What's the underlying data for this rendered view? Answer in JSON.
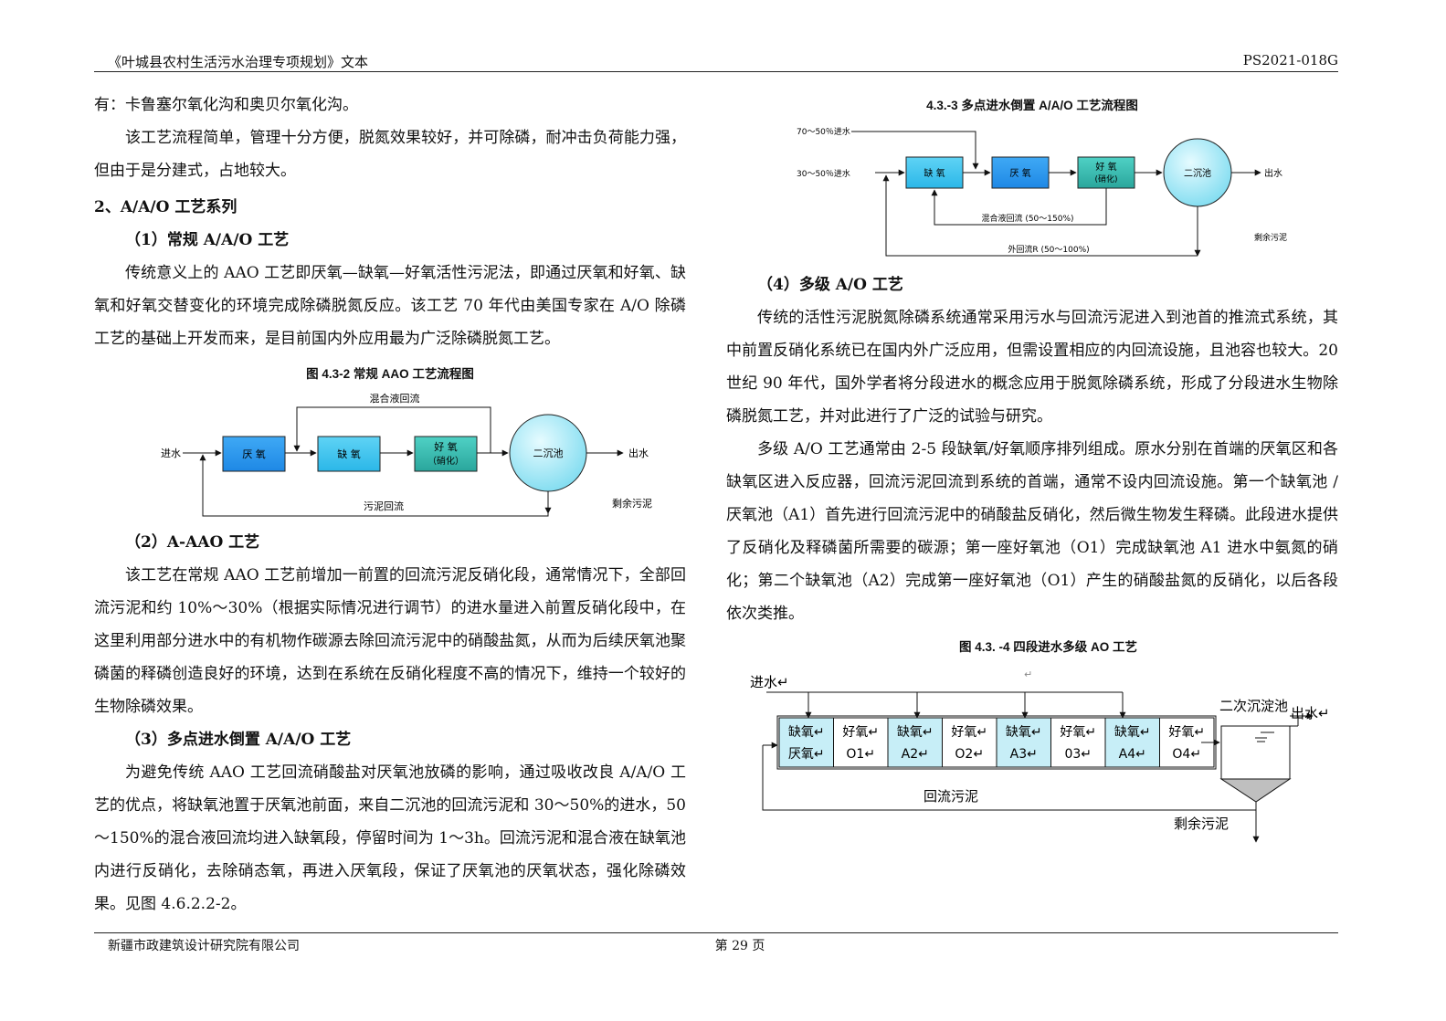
{
  "header": {
    "left": "《叶城县农村生活污水治理专项规划》文本",
    "right": "PS2021-018G"
  },
  "left_column": {
    "p1": "有：卡鲁塞尔氧化沟和奥贝尔氧化沟。",
    "p2": "该工艺流程简单，管理十分方便，脱氮效果较好，并可除磷，耐冲击负荷能力强，但由于是分建式，占地较大。",
    "h_2": "2、A/A/O 工艺系列",
    "h_2_1": "（1）常规 A/A/O 工艺",
    "p3": "传统意义上的 AAO 工艺即厌氧—缺氧—好氧活性污泥法，即通过厌氧和好氧、缺氧和好氧交替变化的环境完成除磷脱氮反应。该工艺 70 年代由美国专家在 A/O 除磷工艺的基础上开发而来，是目前国内外应用最为广泛除磷脱氮工艺。",
    "fig2_caption": "图 4.3-2  常规 AAO 工艺流程图",
    "h_2_2": "（2）A-AAO 工艺",
    "p4": "该工艺在常规 AAO 工艺前增加一前置的回流污泥反硝化段，通常情况下，全部回流污泥和约 10%～30%（根据实际情况进行调节）的进水量进入前置反硝化段中，在这里利用部分进水中的有机物作碳源去除回流污泥中的硝酸盐氮，从而为后续厌氧池聚磷菌的释磷创造良好的环境，达到在系统在反硝化程度不高的情况下，维持一个较好的生物除磷效果。",
    "h_2_3": "（3）多点进水倒置 A/A/O 工艺",
    "p5": "为避免传统 AAO 工艺回流硝酸盐对厌氧池放磷的影响，通过吸收改良 A/A/O 工艺的优点，将缺氧池置于厌氧池前面，来自二沉池的回流污泥和 30～50%的进水，50～150%的混合液回流均进入缺氧段，停留时间为 1～3h。回流污泥和混合液在缺氧池内进行反硝化，去除硝态氧，再进入厌氧段，保证了厌氧池的厌氧状态，强化除磷效果。见图 4.6.2.2-2。"
  },
  "fig2": {
    "influent": "进水",
    "anaerobic": "厌 氧",
    "anoxic": "缺 氧",
    "aerobic_1": "好 氧",
    "aerobic_2": "（硝化）",
    "clarifier": "二沉池",
    "effluent": "出水",
    "mixed_return": "混合液回流",
    "sludge_return": "污泥回流",
    "excess_sludge": "剩余污泥"
  },
  "right_column": {
    "fig3_caption": "4.3.-3  多点进水倒置 A/A/O 工艺流程图",
    "h_2_4": "（4）多级 A/O 工艺",
    "p6": "传统的活性污泥脱氮除磷系统通常采用污水与回流污泥进入到池首的推流式系统，其中前置反硝化系统已在国内外广泛应用，但需设置相应的内回流设施，且池容也较大。20 世纪 90 年代，国外学者将分段进水的概念应用于脱氮除磷系统，形成了分段进水生物除磷脱氮工艺，并对此进行了广泛的试验与研究。",
    "p7": "多级 A/O 工艺通常由 2-5 段缺氧/好氧顺序排列组成。原水分别在首端的厌氧区和各缺氧区进入反应器，回流污泥回流到系统的首端，通常不设内回流设施。第一个缺氧池 / 厌氧池（A1）首先进行回流污泥中的硝酸盐反硝化，然后微生物发生释磷。此段进水提供了反硝化及释磷菌所需要的碳源；第一座好氧池（O1）完成缺氧池 A1 进水中氨氮的硝化；第二个缺氧池（A2）完成第一座好氧池（O1）产生的硝酸盐氮的反硝化，以后各段依次类推。",
    "fig4_caption": "图 4.3. -4  四段进水多级 AO 工艺"
  },
  "fig3": {
    "influent_a": "70～50％进水",
    "influent_b": "30～50％进水",
    "anoxic": "缺 氧",
    "anaerobic": "厌 氧",
    "aerobic_1": "好 氧",
    "aerobic_2": "(硝化)",
    "clarifier": "二沉池",
    "effluent": "出水",
    "mixed_return": "混合液回流 (50～150%)",
    "external_return": "外回流R (50～100%)",
    "excess_sludge": "剩余污泥"
  },
  "fig4": {
    "influent": "进水↵",
    "mark": "↵",
    "cells": [
      {
        "top": "缺氧↵",
        "bot": "厌氧↵"
      },
      {
        "top": "好氧↵",
        "bot": "O1↵"
      },
      {
        "top": "缺氧↵",
        "bot": "A2↵"
      },
      {
        "top": "好氧↵",
        "bot": "O2↵"
      },
      {
        "top": "缺氧↵",
        "bot": "A3↵"
      },
      {
        "top": "好氧↵",
        "bot": "03↵"
      },
      {
        "top": "缺氧↵",
        "bot": "A4↵"
      },
      {
        "top": "好氧↵",
        "bot": "O4↵"
      }
    ],
    "clarifier": "二次沉淀池",
    "effluent": "出水↵",
    "sludge_return": "回流污泥",
    "excess_sludge": "剩余污泥"
  },
  "footer": {
    "left": "新疆市政建筑设计研究院有限公司",
    "page": "第  29  页"
  }
}
